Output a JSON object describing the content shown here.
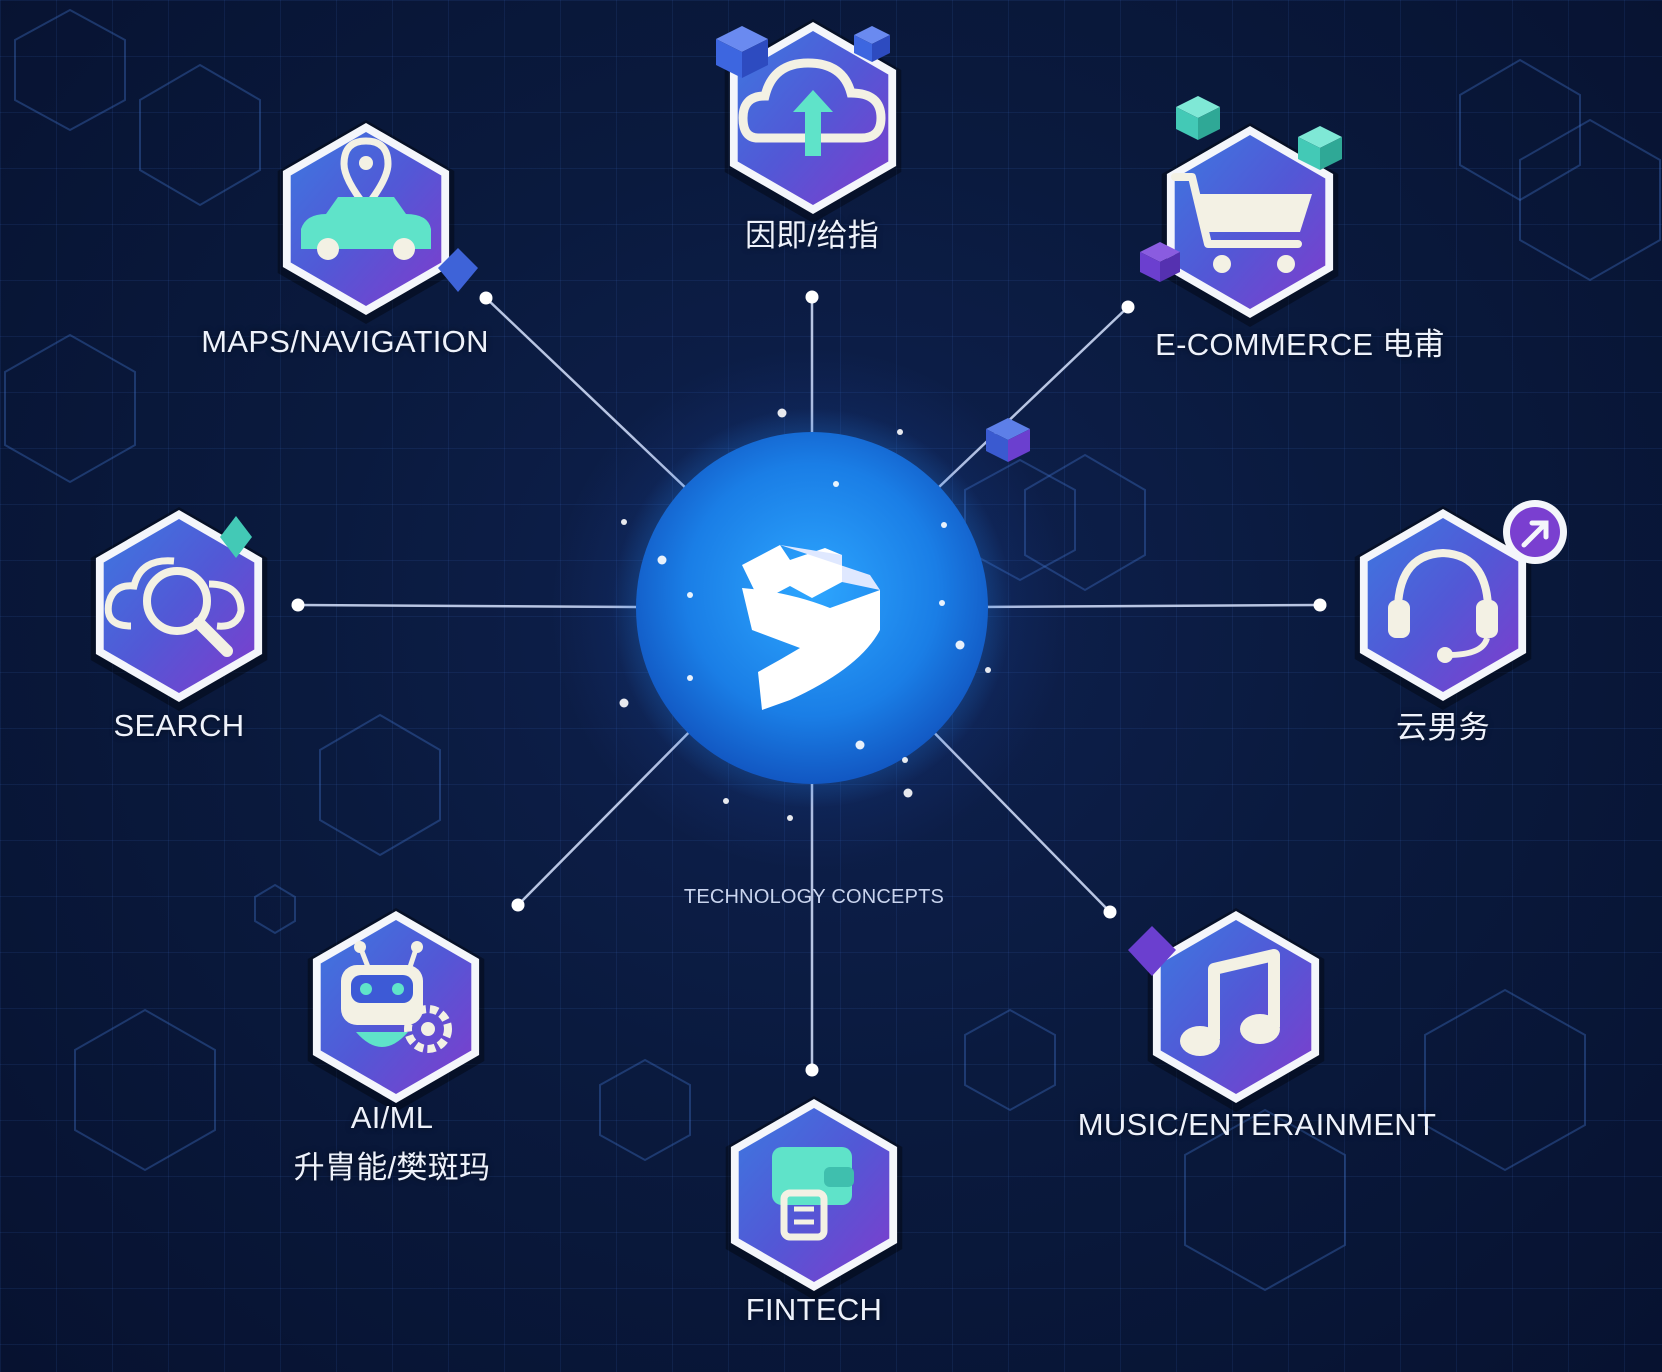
{
  "center": {
    "logo_icon": "stylized-s-logo-icon",
    "caption": "TECHNOLOGY CONCEPTS"
  },
  "nodes": [
    {
      "id": "cloud",
      "icon": "cloud-upload-download-icon",
      "label": "因即/给指"
    },
    {
      "id": "ecommerce",
      "icon": "shopping-cart-icon",
      "label": "E-COMMERCE 电甫"
    },
    {
      "id": "support",
      "icon": "headset-icon",
      "label": "云男务"
    },
    {
      "id": "music",
      "icon": "music-note-icon",
      "label": "MUSIC/ENTERAINMENT"
    },
    {
      "id": "fintech",
      "icon": "wallet-icon",
      "label": "FINTECH"
    },
    {
      "id": "aiml",
      "icon": "robot-gear-icon",
      "label": "AI/ML",
      "label2": "升胄能/樊斑玛"
    },
    {
      "id": "search",
      "icon": "cloud-search-icon",
      "label": "SEARCH"
    },
    {
      "id": "maps",
      "icon": "car-location-pin-icon",
      "label": "MAPS/NAVIGATION"
    }
  ],
  "colors": {
    "background": "#0a1a3e",
    "hex_left": "#3a6fd8",
    "hex_right": "#7a3fd0",
    "icon_fill": "#5fe3c9",
    "icon_light": "#f3f1e4",
    "hub_core": "#1e8ff0",
    "accent_cube": "#43c9b6"
  }
}
